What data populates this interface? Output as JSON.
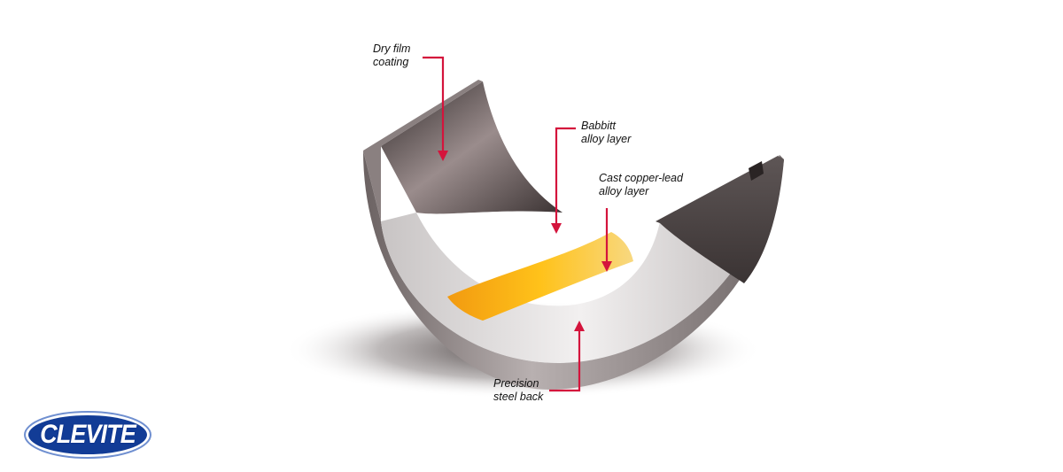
{
  "labels": {
    "dry_film": [
      "Dry film",
      "coating"
    ],
    "babbitt": [
      "Babbitt",
      "alloy layer"
    ],
    "copper_lead": [
      "Cast copper-lead",
      "alloy layer"
    ],
    "steel_back": [
      "Precision",
      "steel back"
    ]
  },
  "logo": {
    "text": "CLEVITE"
  },
  "colors": {
    "arrow": "#d4143c",
    "logo_blue": "#123c96",
    "copper_layer": "#f5a623"
  }
}
